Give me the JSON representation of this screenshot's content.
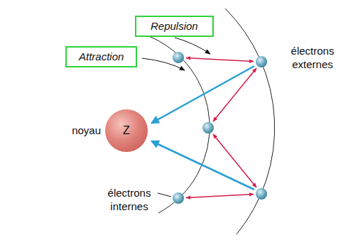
{
  "diagram": {
    "nodes": [
      {
        "text": [
          "Repulsion"
        ]
      },
      {
        "text": [
          "Attraction"
        ]
      },
      {
        "text": [
          "Z"
        ]
      }
    ],
    "labels": [
      "électrons externes",
      "noyau",
      "électrons internes"
    ]
  }
}
